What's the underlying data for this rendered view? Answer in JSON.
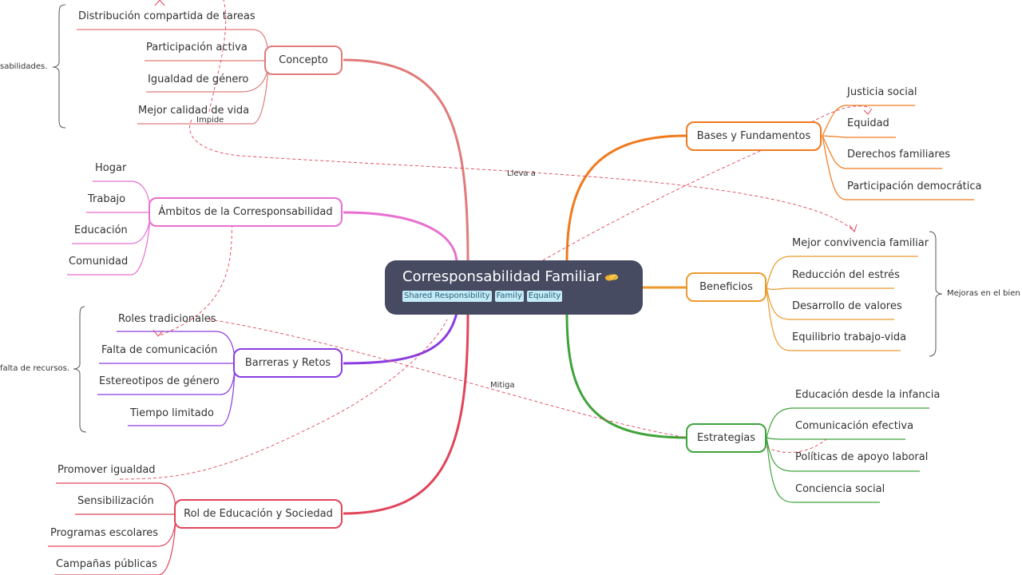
{
  "root": {
    "title": "Corresponsabilidad Familiar",
    "emoji": "handshake-emoji",
    "tags": [
      "Shared Responsibility",
      "Family",
      "Equality"
    ]
  },
  "branches": {
    "concepto": {
      "label": "Concepto",
      "color": "#e07b7b",
      "children": [
        "Distribución compartida de tareas",
        "Participación activa",
        "Igualdad de género",
        "Mejor calidad de vida"
      ]
    },
    "ambitos": {
      "label": "Ámbitos de la Corresponsabilidad",
      "color": "#e86fd0",
      "children": [
        "Hogar",
        "Trabajo",
        "Educación",
        "Comunidad"
      ]
    },
    "barreras": {
      "label": "Barreras y Retos",
      "color": "#8a3de0",
      "children": [
        "Roles tradicionales",
        "Falta de comunicación",
        "Estereotipos de género",
        "Tiempo limitado"
      ]
    },
    "rol": {
      "label": "Rol de Educación y Sociedad",
      "color": "#e0455a",
      "children": [
        "Promover igualdad",
        "Sensibilización",
        "Programas escolares",
        "Campañas públicas"
      ]
    },
    "bases": {
      "label": "Bases y Fundamentos",
      "color": "#f07a1e",
      "children": [
        "Justicia social",
        "Equidad",
        "Derechos familiares",
        "Participación democrática"
      ]
    },
    "beneficios": {
      "label": "Beneficios",
      "color": "#ec9a2e",
      "children": [
        "Mejor convivencia familiar",
        "Reducción del estrés",
        "Desarrollo de valores",
        "Equilibrio trabajo-vida"
      ]
    },
    "estrategias": {
      "label": "Estrategias",
      "color": "#3fa33a",
      "children": [
        "Educación desde la infancia",
        "Comunicación efectiva",
        "Políticas de apoyo laboral",
        "Conciencia social"
      ]
    }
  },
  "summaries": {
    "concepto": "sabilidades.",
    "barreras": "falta de recursos.",
    "beneficios": "Mejoras en el bien"
  },
  "relationships": {
    "impide": "Impide",
    "lleva_a": "Lleva a",
    "mitiga": "Mitiga"
  }
}
